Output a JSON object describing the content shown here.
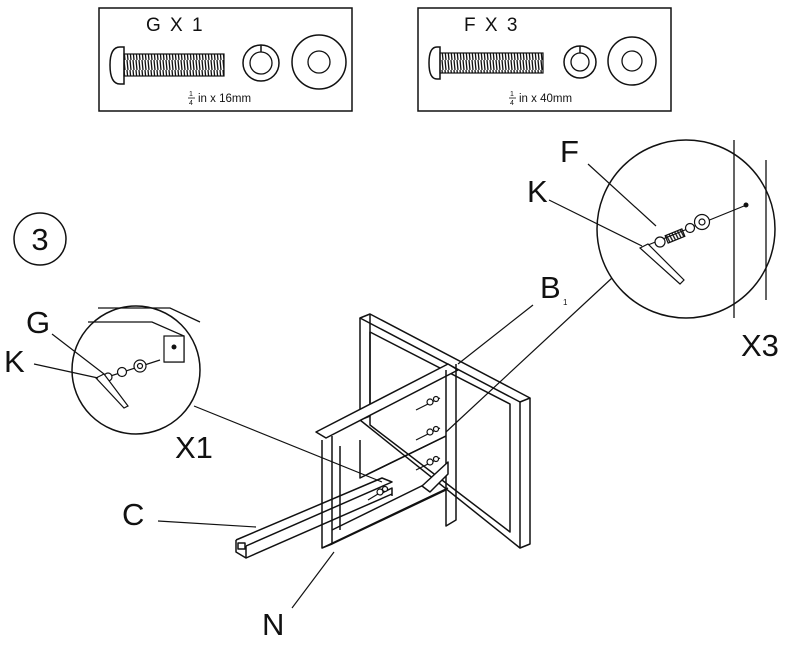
{
  "hardware": [
    {
      "code": "G X 1",
      "size_num": "1",
      "size_den": "4",
      "size_text": "in x 16mm"
    },
    {
      "code": "F X 3",
      "size_num": "1",
      "size_den": "4",
      "size_text": "in x 40mm"
    }
  ],
  "step": {
    "number": "3"
  },
  "callouts": {
    "left": {
      "bolt": "G",
      "tool": "K",
      "qty": "X1"
    },
    "right": {
      "bolt": "F",
      "tool": "K",
      "qty": "X3"
    }
  },
  "parts": {
    "b": "B",
    "b_sub": "1",
    "c": "C",
    "n": "N"
  }
}
